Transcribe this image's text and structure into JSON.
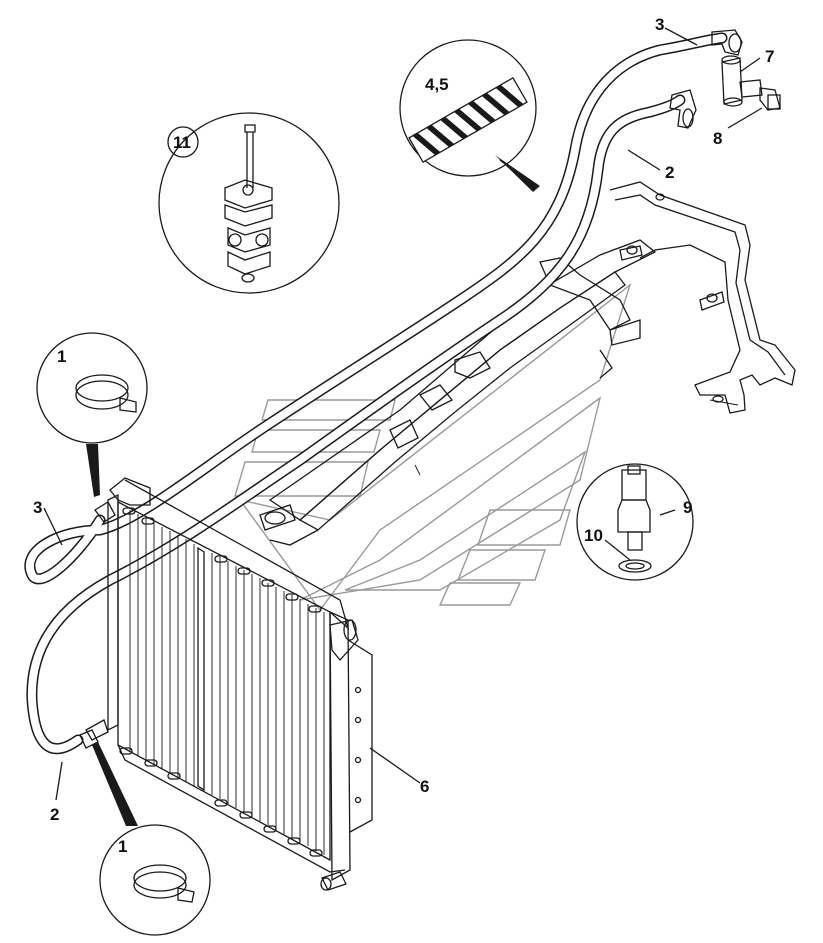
{
  "diagram": {
    "callouts": [
      {
        "id": "c1",
        "text": "1"
      },
      {
        "id": "c2",
        "text": "1"
      },
      {
        "id": "c3",
        "text": "2"
      },
      {
        "id": "c4",
        "text": "2"
      },
      {
        "id": "c5",
        "text": "3"
      },
      {
        "id": "c6",
        "text": "3"
      },
      {
        "id": "c7",
        "text": "4,5"
      },
      {
        "id": "c8",
        "text": "6"
      },
      {
        "id": "c9",
        "text": "7"
      },
      {
        "id": "c10",
        "text": "8"
      },
      {
        "id": "c11",
        "text": "9"
      },
      {
        "id": "c12",
        "text": "10"
      },
      {
        "id": "c13",
        "text": "11"
      }
    ],
    "colors": {
      "line": "#1a1a1a",
      "watermark": "#9a9a9a",
      "background": "#ffffff"
    }
  }
}
